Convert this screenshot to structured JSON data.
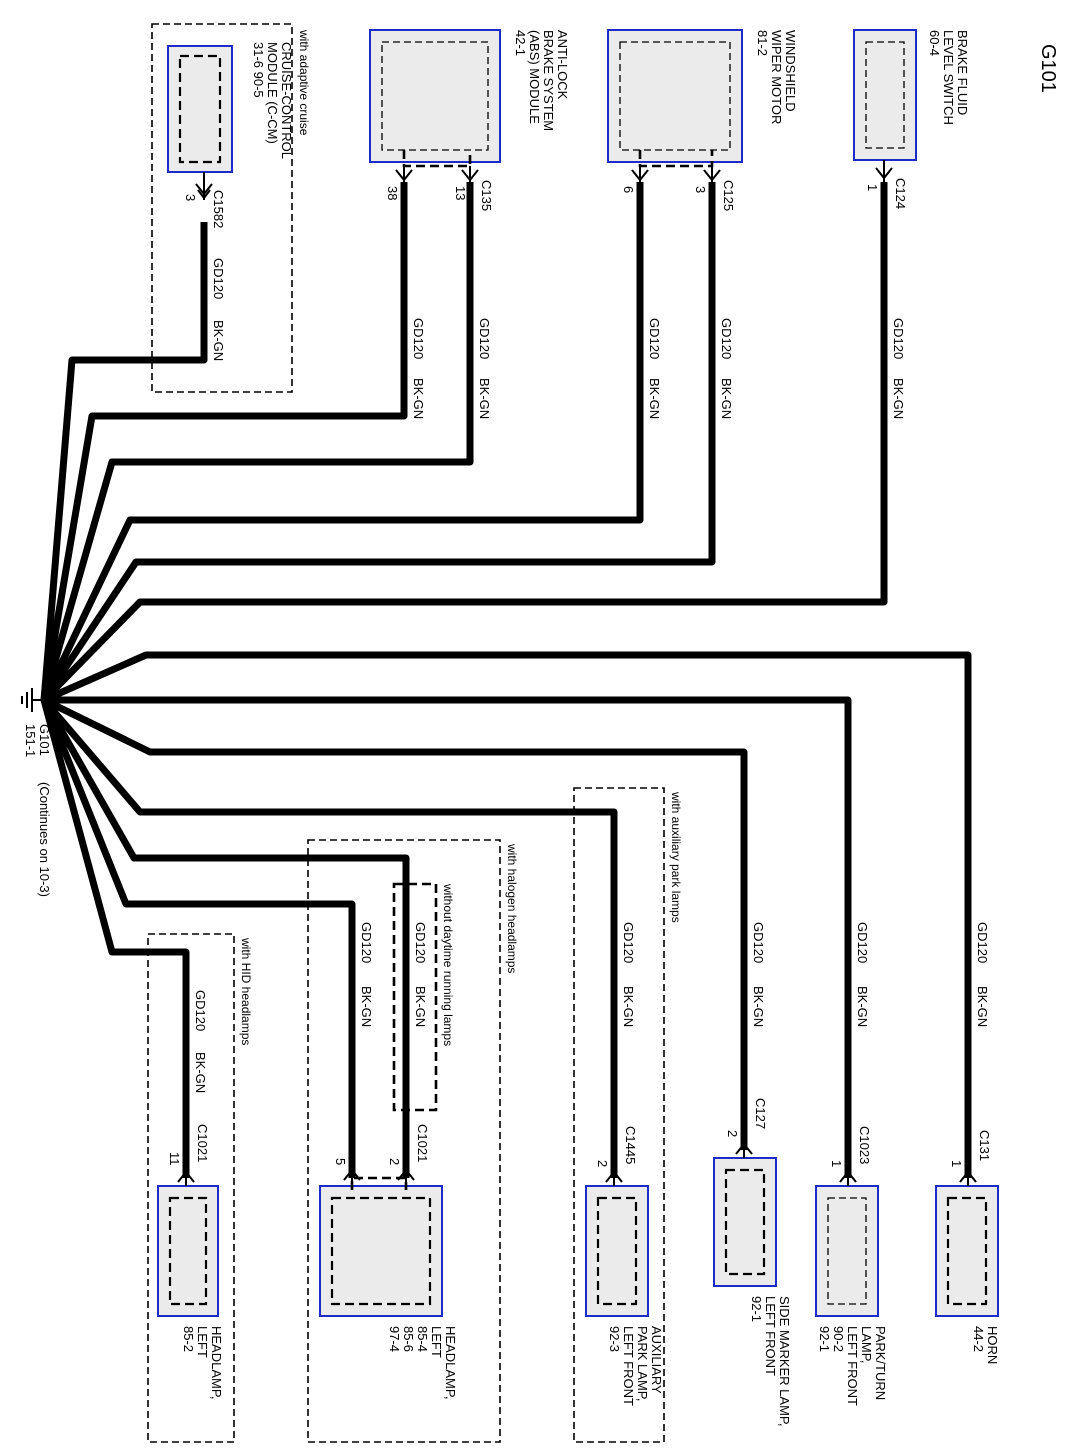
{
  "page_title": "G101",
  "ground": {
    "id": "G101",
    "ref": "151-1",
    "note": "(Continues on 10-3)"
  },
  "wire": {
    "circuit": "GD120",
    "color": "BK-GN"
  },
  "components": {
    "brake_fluid": {
      "lines": [
        "BRAKE FLUID",
        "LEVEL SWITCH",
        "60-4"
      ],
      "connector": "C124",
      "pins": [
        "1"
      ]
    },
    "wiper": {
      "lines": [
        "WINDSHIELD",
        "WIPER MOTOR",
        "81-2"
      ],
      "connector": "C125",
      "pins": [
        "6",
        "3"
      ]
    },
    "abs": {
      "lines": [
        "ANTI-LOCK",
        "BRAKE SYSTEM",
        "(ABS) MODULE",
        "42-1"
      ],
      "connector": "C135",
      "pins": [
        "38",
        "13"
      ]
    },
    "ccm": {
      "lines": [
        "CRUISE-CONTROL",
        "MODULE (C-CM)",
        "31-6   90-5"
      ],
      "connector": "C1582",
      "pins": [
        "3"
      ],
      "group": "with adaptive cruise"
    },
    "horn": {
      "lines": [
        "HORN",
        "44-2"
      ],
      "connector": "C131",
      "pins": [
        "1"
      ]
    },
    "park_turn": {
      "lines": [
        "PARK/TURN",
        "LAMP,",
        "LEFT FRONT",
        "90-2",
        "92-1"
      ],
      "connector": "C1023",
      "pins": [
        "1"
      ]
    },
    "side_marker": {
      "lines": [
        "SIDE MARKER LAMP,",
        "LEFT FRONT",
        "92-1"
      ],
      "connector": "C127",
      "pins": [
        "2"
      ]
    },
    "aux_park": {
      "lines": [
        "AUXILIARY",
        "PARK LAMP,",
        "LEFT FRONT",
        "92-3"
      ],
      "connector": "C1445",
      "pins": [
        "2"
      ],
      "group": "with auxiliary park lamps"
    },
    "headlamp_halogen": {
      "lines": [
        "HEADLAMP,",
        "LEFT",
        "85-4",
        "85-6",
        "97-4"
      ],
      "connector": "C1021",
      "pins": [
        "5",
        "2"
      ],
      "group": "with halogen headlamps",
      "subgroup": "without daytime running lamps"
    },
    "headlamp_hid": {
      "lines": [
        "HEADLAMP,",
        "LEFT",
        "85-2"
      ],
      "connector": "C1021",
      "pins": [
        "11"
      ],
      "group": "with HID headlamps"
    }
  }
}
